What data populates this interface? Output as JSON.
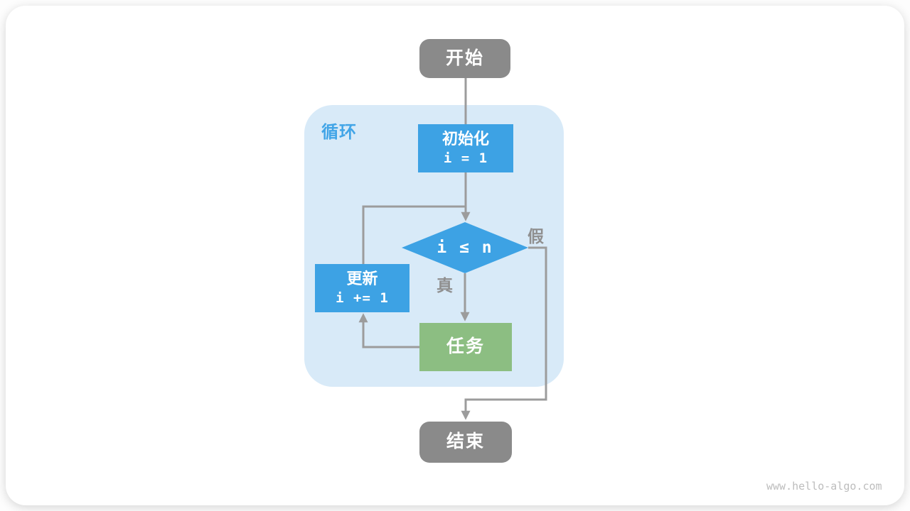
{
  "diagram": {
    "loop_group_label": "循环",
    "nodes": {
      "start": {
        "label": "开始"
      },
      "init": {
        "title": "初始化",
        "code": "i = 1"
      },
      "condition": {
        "label": "i ≤ n"
      },
      "update": {
        "title": "更新",
        "code": "i += 1"
      },
      "task": {
        "label": "任务"
      },
      "end": {
        "label": "结束"
      }
    },
    "edge_labels": {
      "true": "真",
      "false": "假"
    }
  },
  "watermark": "www.hello-algo.com",
  "colors": {
    "process_blue": "#3DA2E4",
    "task_green": "#8CBE82",
    "terminal_gray": "#8A8A8A",
    "loop_container_blue": "#D8EAF8",
    "connector_gray": "#9C9C9C",
    "loop_label_blue": "#42A5E7"
  }
}
